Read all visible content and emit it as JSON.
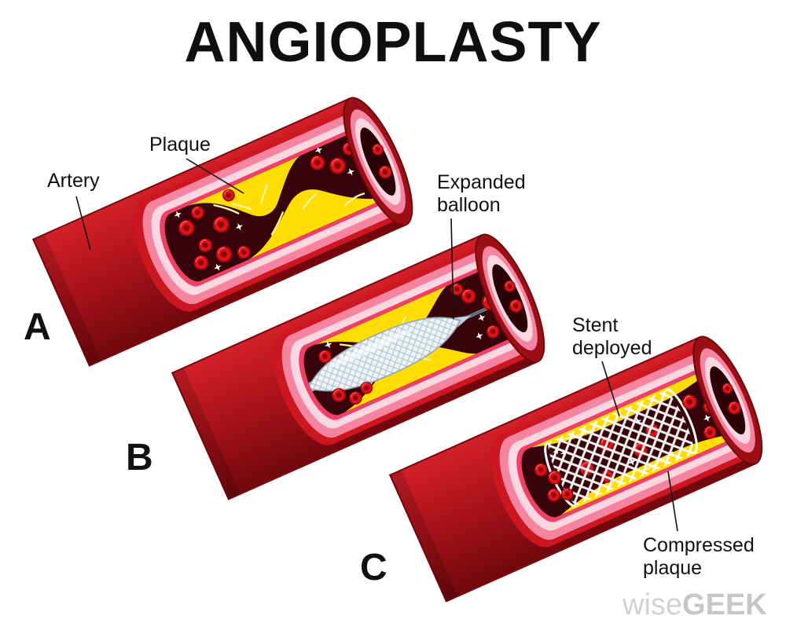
{
  "title": "ANGIOPLASTY",
  "figure": {
    "step_letters": {
      "a": "A",
      "b": "B",
      "c": "C"
    },
    "labels": {
      "artery": "Artery",
      "plaque": "Plaque",
      "expanded_balloon": [
        "Expanded",
        "balloon"
      ],
      "stent_deployed": [
        "Stent",
        "deployed"
      ],
      "compressed_plaque": [
        "Compressed",
        "plaque"
      ]
    }
  },
  "watermark": {
    "wise": "wise",
    "geek": "GEEK"
  },
  "colors": {
    "artery_red": "#b01117",
    "artery_dark": "#6f080d",
    "wall_pink": "#f4849f",
    "wall_pale_pink": "#fcd6e0",
    "lumen_dark": "#36040a",
    "blood_cell_red": "#df1319",
    "plaque_yellow": "#ffdd00",
    "balloon_white": "#eef3f6",
    "stent_white": "#ffffff",
    "text_black": "#111111",
    "watermark_gray": "#c9cccd"
  }
}
